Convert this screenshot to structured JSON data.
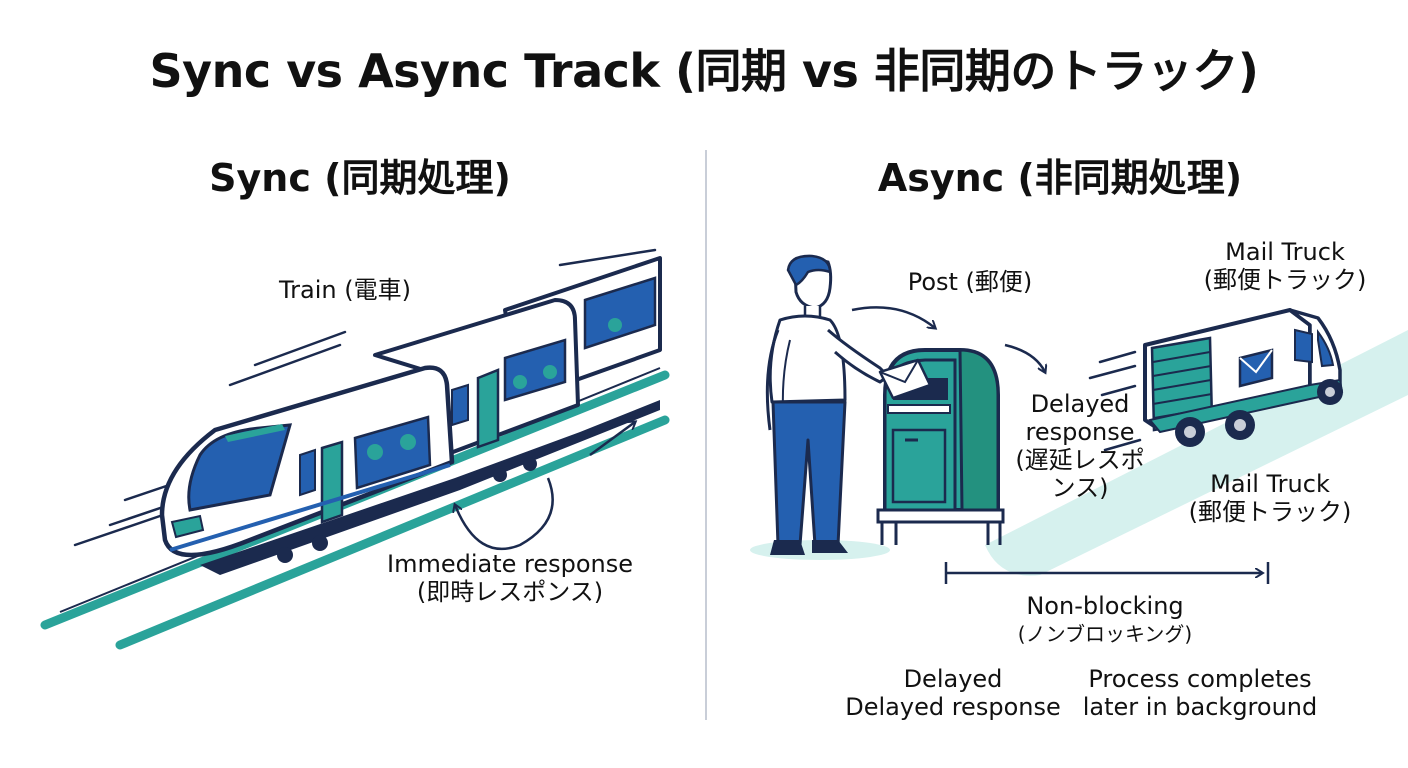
{
  "title": "Sync vs Async Track (同期 vs 非同期のトラック)",
  "sync": {
    "heading": "Sync (同期処理)",
    "train_label": "Train (電車)",
    "response_line1": "Immediate response",
    "response_line2": "(即時レスポンス)"
  },
  "async": {
    "heading": "Async (非同期処理)",
    "post_label": "Post (郵便)",
    "truck_top_line1": "Mail Truck",
    "truck_top_line2": "(郵便トラック)",
    "delayed_line1": "Delayed",
    "delayed_line2": "response",
    "delayed_line3": "(遅延レスポ",
    "delayed_line4": "ンス)",
    "truck_bottom_line1": "Mail Truck",
    "truck_bottom_line2": "(郵便トラック)",
    "nonblocking_line1": "Non-blocking",
    "nonblocking_line2": "(ノンブロッキング)",
    "bottom_left_line1": "Delayed",
    "bottom_left_line2": "Delayed response",
    "bottom_right_line1": "Process completes",
    "bottom_right_line2": "later in background"
  },
  "colors": {
    "navy": "#1b2a4e",
    "blue": "#2460b0",
    "teal": "#2aa39a",
    "teal_light": "#d6f1ee",
    "divider": "#c9ced8"
  }
}
